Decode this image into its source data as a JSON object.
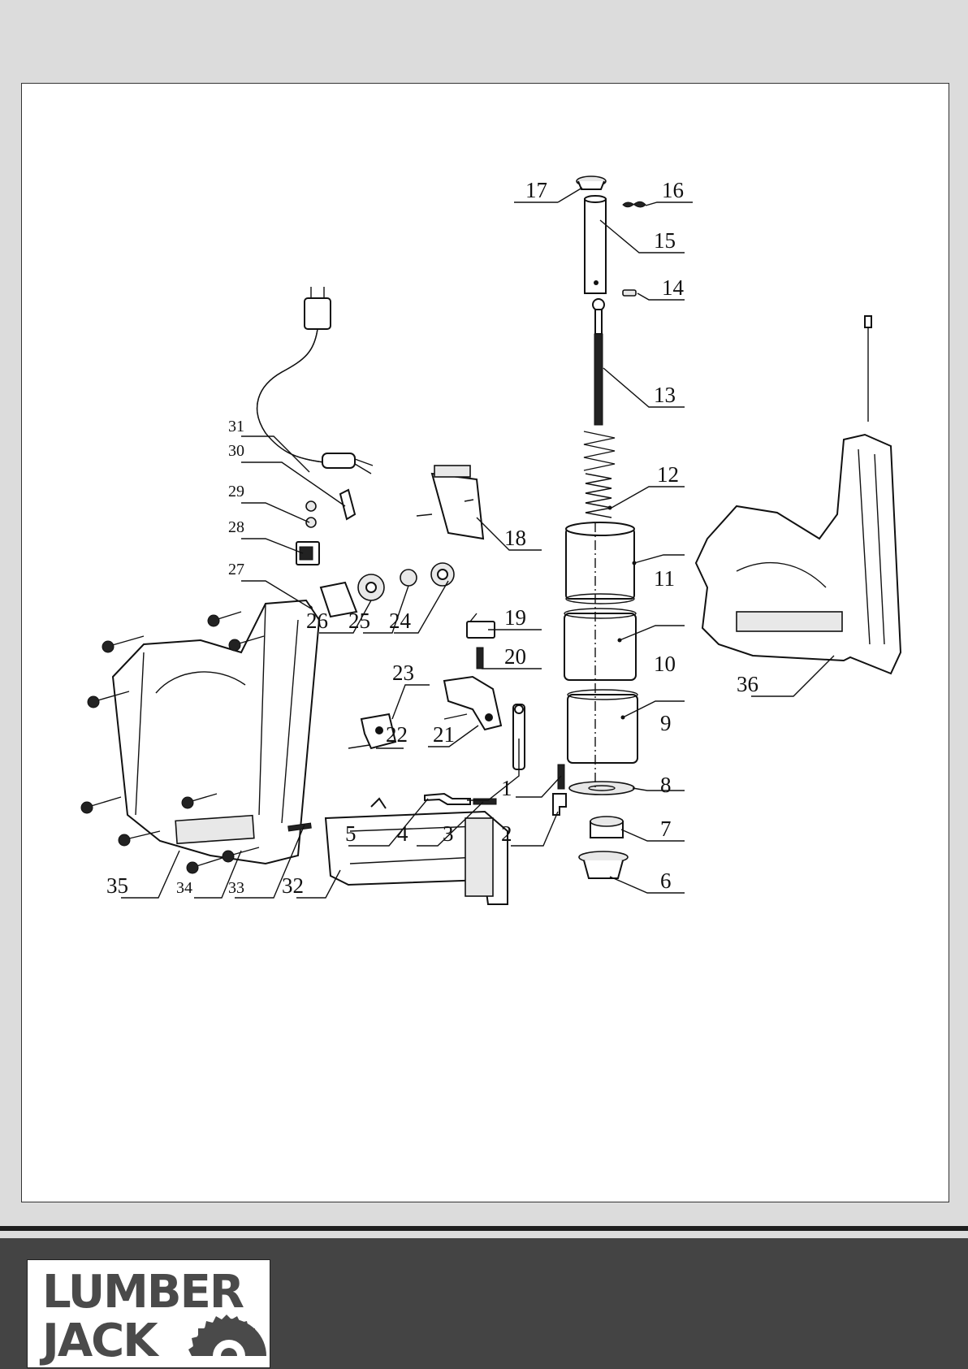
{
  "diagram": {
    "callouts": [
      "1",
      "2",
      "3",
      "4",
      "5",
      "6",
      "7",
      "8",
      "9",
      "10",
      "11",
      "12",
      "13",
      "14",
      "15",
      "16",
      "17",
      "18",
      "19",
      "20",
      "21",
      "22",
      "23",
      "24",
      "25",
      "26",
      "27",
      "28",
      "29",
      "30",
      "31",
      "32",
      "33",
      "34",
      "35",
      "36"
    ]
  },
  "brand": {
    "line1": "LUMBER",
    "line2": "JACK",
    "icon": "saw-blade-icon"
  },
  "colors": {
    "page_bg": "#dcdcdc",
    "footer_bg": "#444444",
    "logo_text": "#4a4a4a"
  }
}
